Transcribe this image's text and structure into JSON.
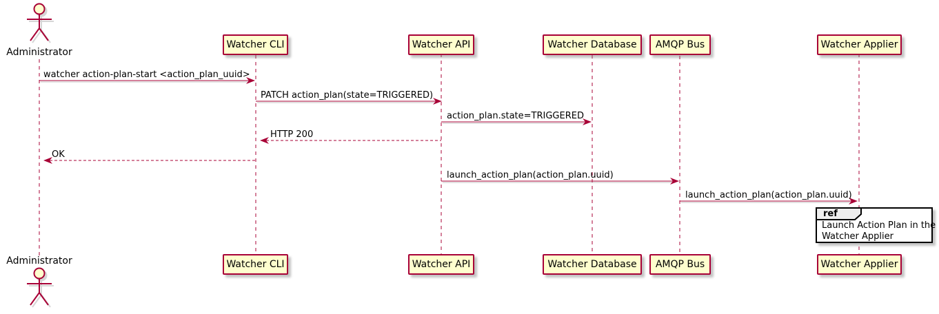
{
  "diagram_type": "uml-sequence",
  "actor": {
    "label": "Administrator"
  },
  "participants": [
    {
      "label": "Watcher CLI"
    },
    {
      "label": "Watcher API"
    },
    {
      "label": "Watcher Database"
    },
    {
      "label": "AMQP Bus"
    },
    {
      "label": "Watcher Applier"
    }
  ],
  "messages": [
    {
      "label": "watcher action-plan-start <action_plan_uuid>",
      "from": "Administrator",
      "to": "Watcher CLI",
      "style": "solid"
    },
    {
      "label": "PATCH action_plan(state=TRIGGERED)",
      "from": "Watcher CLI",
      "to": "Watcher API",
      "style": "solid"
    },
    {
      "label": "action_plan.state=TRIGGERED",
      "from": "Watcher API",
      "to": "Watcher Database",
      "style": "solid"
    },
    {
      "label": "HTTP 200",
      "from": "Watcher API",
      "to": "Watcher CLI",
      "style": "dashed"
    },
    {
      "label": "OK",
      "from": "Watcher CLI",
      "to": "Administrator",
      "style": "dashed"
    },
    {
      "label": "launch_action_plan(action_plan.uuid)",
      "from": "Watcher API",
      "to": "AMQP Bus",
      "style": "solid"
    },
    {
      "label": "launch_action_plan(action_plan.uuid)",
      "from": "AMQP Bus",
      "to": "Watcher Applier",
      "style": "solid"
    }
  ],
  "ref": {
    "tag": "ref",
    "line1": "Launch Action Plan in the",
    "line2": "Watcher Applier",
    "over": "Watcher Applier"
  },
  "colors": {
    "line-color": "#A80036",
    "box-fill": "#FEFECE",
    "text-color": "#000000",
    "ref-border": "#000000",
    "ref-tag-fill": "#EEEEEE"
  }
}
